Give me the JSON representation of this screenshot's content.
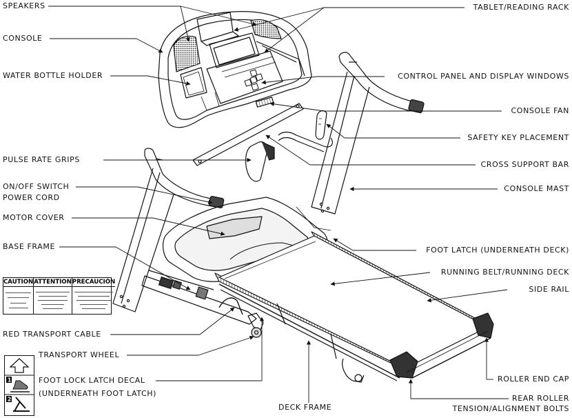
{
  "labels": {
    "speakers": "SPEAKERS",
    "console": "CONSOLE",
    "water_bottle_holder": "WATER BOTTLE HOLDER",
    "pulse_rate_grips": "PULSE RATE GRIPS",
    "on_off_switch": "ON/OFF SWITCH",
    "power_cord": "POWER CORD",
    "motor_cover": "MOTOR COVER",
    "base_frame": "BASE FRAME",
    "red_transport_cable": "RED TRANSPORT CABLE",
    "transport_wheel": "TRANSPORT WHEEL",
    "foot_lock_latch_decal": "FOOT LOCK LATCH DECAL",
    "underneath_foot_latch": "(UNDERNEATH FOOT LATCH)",
    "deck_frame": "DECK FRAME",
    "tablet_reading_rack": "TABLET/READING RACK",
    "control_panel": "CONTROL PANEL AND DISPLAY WINDOWS",
    "console_fan": "CONSOLE FAN",
    "safety_key_placement": "SAFETY KEY PLACEMENT",
    "cross_support_bar": "CROSS SUPPORT BAR",
    "console_mast": "CONSOLE MAST",
    "foot_latch": "FOOT LATCH (UNDERNEATH DECK)",
    "running_belt": "RUNNING BELT/RUNNING DECK",
    "side_rail": "SIDE RAIL",
    "roller_end_cap": "ROLLER END CAP",
    "rear_roller": "REAR ROLLER",
    "tension_alignment_bolts": "TENSION/ALIGNMENT BOLTS"
  },
  "caution_decal": {
    "caution": "CAUTION",
    "attention": "ATTENTION",
    "precaucion": "PRECAUCIÓN"
  },
  "foot_decal": {
    "step1": "1",
    "step2": "2"
  },
  "colors": {
    "line": "#111111",
    "shade": "#9a9a9a",
    "dark_fill": "#555555"
  }
}
